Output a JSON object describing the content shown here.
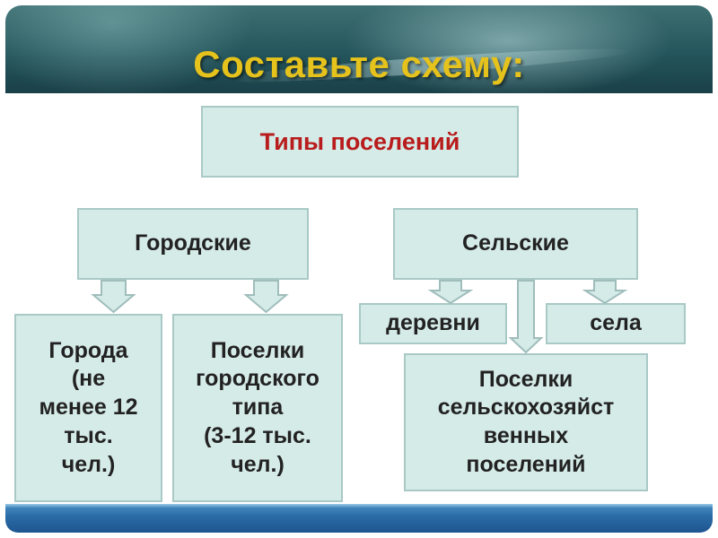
{
  "header": {
    "title": "Составьте схему:"
  },
  "diagram": {
    "root": "Типы поселений",
    "urban": {
      "label": "Городские",
      "cities": [
        "Города",
        "(не",
        "менее 12",
        "тыс.",
        "чел.)"
      ],
      "towns": [
        "Поселки",
        "городского",
        "типа",
        "(3-12 тыс.",
        "чел.)"
      ]
    },
    "rural": {
      "label": "Сельские",
      "villages": "деревни",
      "selo": "села",
      "settlements": [
        "Поселки",
        "сельскохозяйст",
        "венных",
        "поселений"
      ]
    }
  },
  "colors": {
    "title": "#e5c21c",
    "root_text": "#b81c1c",
    "box_fill": "#d5ebe8",
    "box_border": "#a9c9c6",
    "footer": "#2a6aa5"
  }
}
